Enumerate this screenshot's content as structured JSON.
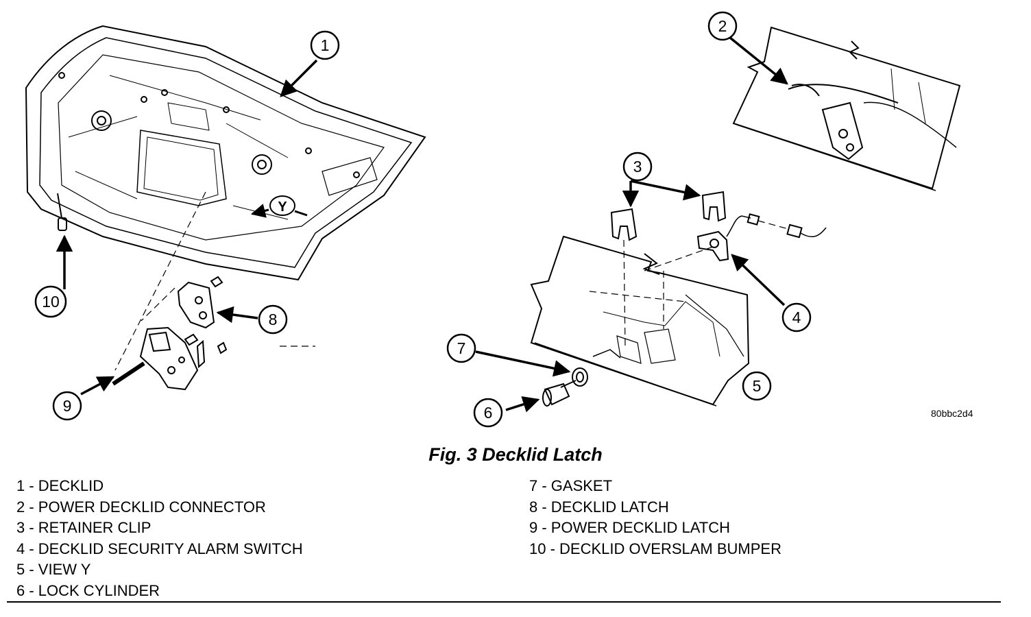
{
  "figure": {
    "caption": "Fig. 3 Decklid Latch",
    "image_code": "80bbc2d4",
    "view_letter": "Y"
  },
  "callouts": [
    "1",
    "2",
    "3",
    "4",
    "5",
    "6",
    "7",
    "8",
    "9",
    "10"
  ],
  "legend": {
    "left": [
      "1 - DECKLID",
      "2 - POWER DECKLID CONNECTOR",
      "3 - RETAINER CLIP",
      "4 - DECKLID SECURITY ALARM SWITCH",
      "5 - VIEW Y",
      "6 - LOCK CYLINDER"
    ],
    "right": [
      "7 - GASKET",
      "8 - DECKLID LATCH",
      "9 - POWER DECKLID LATCH",
      "10 - DECKLID OVERSLAM BUMPER"
    ]
  }
}
